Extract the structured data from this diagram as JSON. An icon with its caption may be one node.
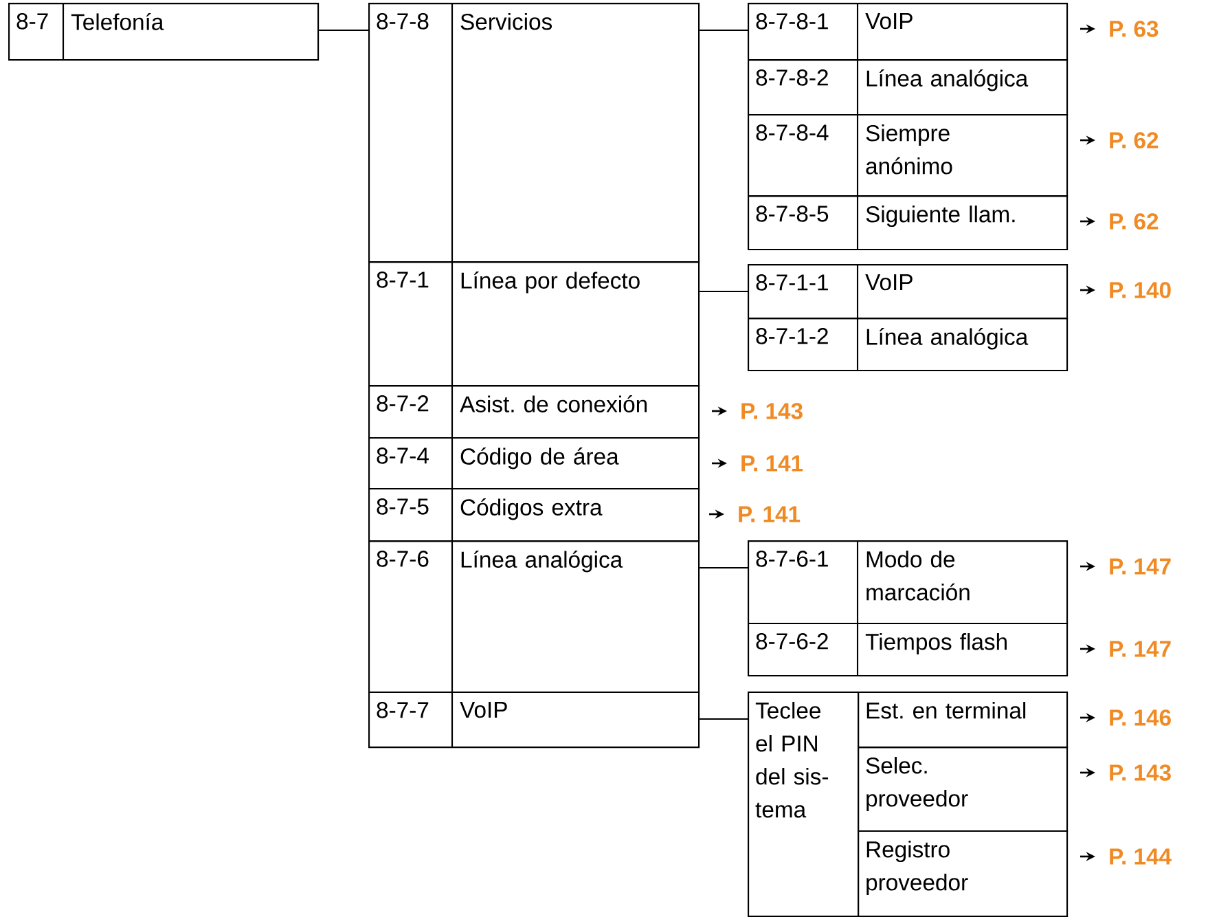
{
  "diagram": {
    "nodes": [
      {
        "text": [
          "8-7",
          "Telefonía"
        ]
      },
      {
        "text": [
          "8-7-8",
          "Servicios"
        ]
      },
      {
        "text": [
          "8-7-8-1",
          "VoIP"
        ],
        "beside": [
          "P. 63"
        ]
      },
      {
        "text": [
          "8-7-8-2",
          "Línea analógica"
        ]
      },
      {
        "text": [
          "8-7-8-4",
          "Siempre anónimo"
        ],
        "beside": [
          "P. 62"
        ]
      },
      {
        "text": [
          "8-7-8-5",
          "Siguiente llam."
        ],
        "beside": [
          "P. 62"
        ]
      },
      {
        "text": [
          "8-7-1",
          "Línea por defecto"
        ]
      },
      {
        "text": [
          "8-7-1-1",
          "VoIP"
        ],
        "beside": [
          "P. 140"
        ]
      },
      {
        "text": [
          "8-7-1-2",
          "Línea analógica"
        ]
      },
      {
        "text": [
          "8-7-2",
          "Asist. de conexión"
        ],
        "beside": [
          "P. 143"
        ]
      },
      {
        "text": [
          "8-7-4",
          "Código de área"
        ],
        "beside": [
          "P. 141"
        ]
      },
      {
        "text": [
          "8-7-5",
          "Códigos extra"
        ]
      },
      {
        "text": [
          "8-7-6",
          "Línea analógica"
        ]
      },
      {
        "text": [
          "8-7-6-1",
          "Modo de marcación"
        ],
        "beside": [
          "P. 147"
        ]
      },
      {
        "text": [
          "8-7-6-2",
          "Tiempos flash"
        ],
        "beside": [
          "P. 147"
        ]
      },
      {
        "text": [
          "8-7-7",
          "VoIP"
        ]
      },
      {
        "text": [
          "Teclee el PIN del sis-tema"
        ]
      },
      {
        "text": [
          "Est. en terminal"
        ],
        "beside": [
          "P. 146"
        ]
      },
      {
        "text": [
          "Selec. proveedor"
        ],
        "beside": [
          "P. 143"
        ]
      },
      {
        "text": [
          "Registro proveedor"
        ],
        "beside": [
          "P. 144"
        ]
      }
    ],
    "edges": [
      {
        "from": 0,
        "to": 1,
        "arrow": "none"
      },
      {
        "from": 1,
        "to": 2,
        "arrow": "none"
      },
      {
        "from": 6,
        "to": 7,
        "arrow": "none"
      },
      {
        "from": 12,
        "to": 13,
        "arrow": "none"
      },
      {
        "from": 15,
        "to": 16,
        "arrow": "none"
      }
    ],
    "labels": [
      "P. 141"
    ]
  }
}
